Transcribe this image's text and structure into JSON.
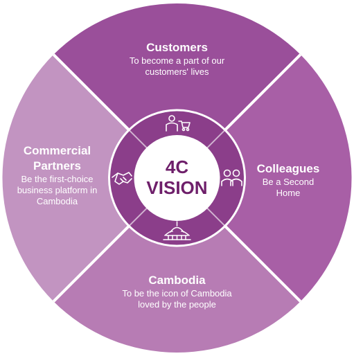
{
  "center": {
    "line1": "4C",
    "line2": "VISION"
  },
  "quadrants": {
    "customers": {
      "title": "Customers",
      "desc1": "To become a part of our",
      "desc2": "customers' lives"
    },
    "colleagues": {
      "title": "Colleagues",
      "desc1": "Be a Second Home"
    },
    "cambodia": {
      "title": "Cambodia",
      "desc1": "To be the icon of Cambodia",
      "desc2": "loved by the people"
    },
    "partners": {
      "title1": "Commercial",
      "title2": "Partners",
      "desc1": "Be the first-choice",
      "desc2": "business platform in",
      "desc3": "Cambodia"
    }
  },
  "colors": {
    "customers": "#9a4f9a",
    "colleagues": "#a85fa6",
    "cambodia": "#b77cb4",
    "partners": "#c294c1",
    "ring": "#8b3e8a",
    "center_text": "#6e1f6a"
  },
  "icons": [
    "shopping-customer-icon",
    "colleagues-icon",
    "temple-icon",
    "handshake-icon"
  ]
}
